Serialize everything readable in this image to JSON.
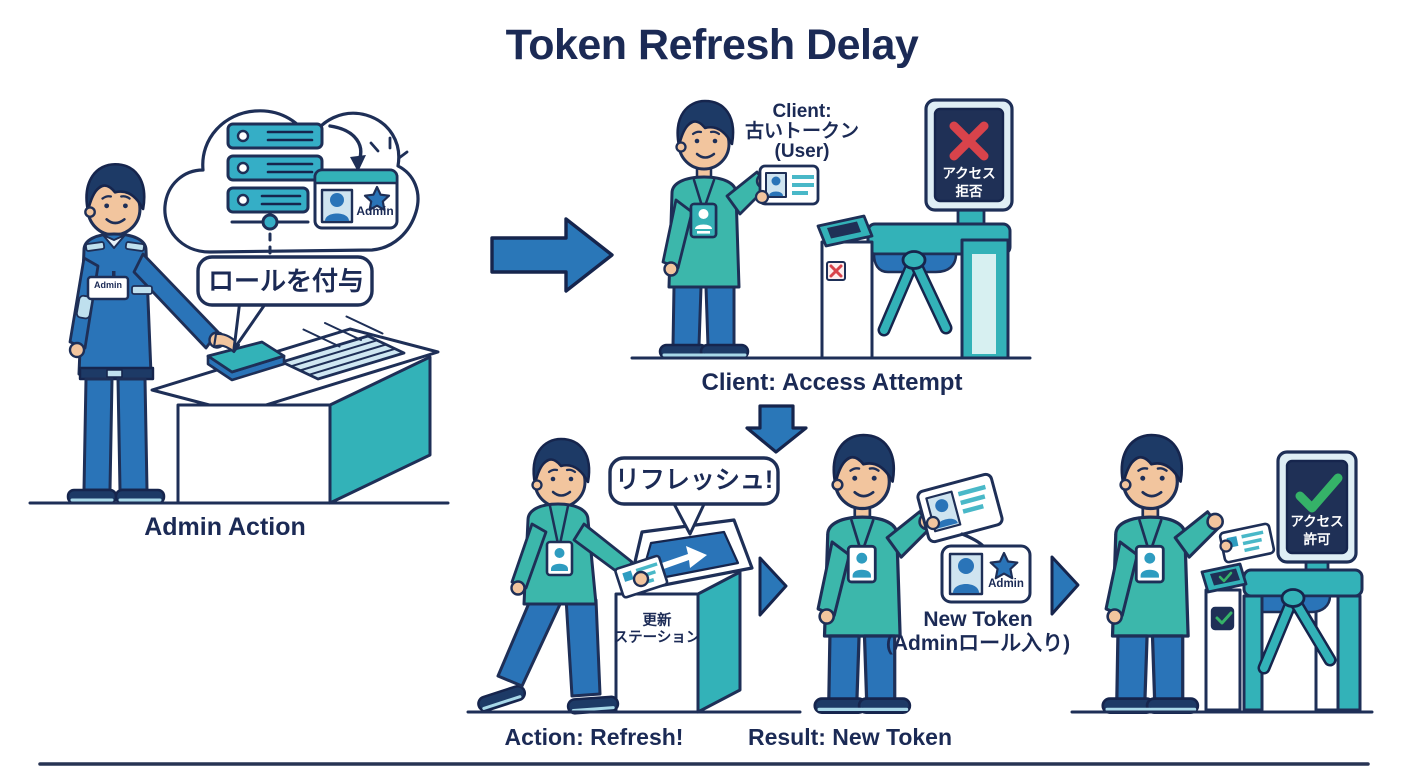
{
  "title": "Token Refresh Delay",
  "panel_admin": {
    "caption": "Admin Action",
    "speech_bubble": "ロールを付与",
    "admin_badge": "Admin",
    "card_label": "Admin"
  },
  "panel_attempt": {
    "caption": "Client: Access Attempt",
    "client_label_line1": "Client:",
    "client_label_line2": "古いトークン",
    "client_label_line3": "(User)",
    "sign_line1": "アクセス",
    "sign_line2": "拒否"
  },
  "panel_refresh": {
    "caption": "Action: Refresh!",
    "speech_bubble": "リフレッシュ!",
    "station_line1": "更新",
    "station_line2": "ステーション"
  },
  "panel_result": {
    "caption": "Result: New Token",
    "label_line1": "New Token",
    "label_line2": "(Adminロール入り)",
    "card_label": "Admin"
  },
  "panel_granted": {
    "sign_line1": "アクセス",
    "sign_line2": "許可"
  },
  "colors": {
    "navy": "#1b2a55",
    "teal": "#33b2b8",
    "blue": "#2a74b8",
    "light_blue": "#cfe4f0",
    "red": "#d8434b",
    "green": "#31a860",
    "sign_bg": "#1f3056"
  }
}
